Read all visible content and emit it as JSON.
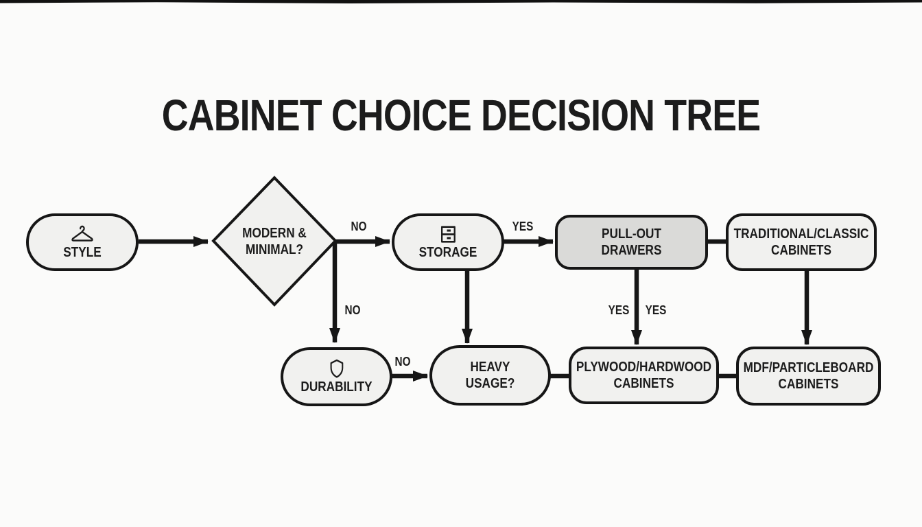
{
  "colors": {
    "background": "#fbfbfa",
    "top_band": "#111111",
    "node_fill": "#f1f1ef",
    "node_fill_highlight": "#dadad8",
    "node_stroke": "#161616",
    "edge": "#161616",
    "text": "#1c1c1c"
  },
  "title": "CABINET CHOICE DECISION TREE",
  "nodes": {
    "style": {
      "label": "STYLE",
      "icon": "hanger-icon",
      "shape": "pill"
    },
    "modern_minimal": {
      "line1": "MODERN &",
      "line2": "MINIMAL?",
      "shape": "diamond"
    },
    "storage": {
      "label": "STORAGE",
      "icon": "drawers-icon",
      "shape": "pill"
    },
    "pull_out_drawers": {
      "line1": "PULL-OUT",
      "line2": "DRAWERS",
      "shape": "rounded-rect"
    },
    "traditional_classic": {
      "line1": "TRADITIONAL/CLASSIC",
      "line2": "CABINETS",
      "shape": "rounded-rect"
    },
    "durability": {
      "label": "DURABILITY",
      "icon": "shield-icon",
      "shape": "pill"
    },
    "heavy_usage": {
      "line1": "HEAVY",
      "line2": "USAGE?",
      "shape": "pill"
    },
    "plywood_hardwood": {
      "line1": "PLYWOOD/HARDWOOD",
      "line2": "CABINETS",
      "shape": "rounded-rect"
    },
    "mdf_particleboard": {
      "line1": "MDF/PARTICLEBOARD",
      "line2": "CABINETS",
      "shape": "rounded-rect"
    }
  },
  "edge_labels": {
    "modern_to_storage": "NO",
    "modern_to_durability": "NO",
    "storage_to_pullout": "YES",
    "pullout_to_plywood_left": "YES",
    "pullout_to_plywood_right": "YES",
    "durability_to_heavy": "NO"
  }
}
